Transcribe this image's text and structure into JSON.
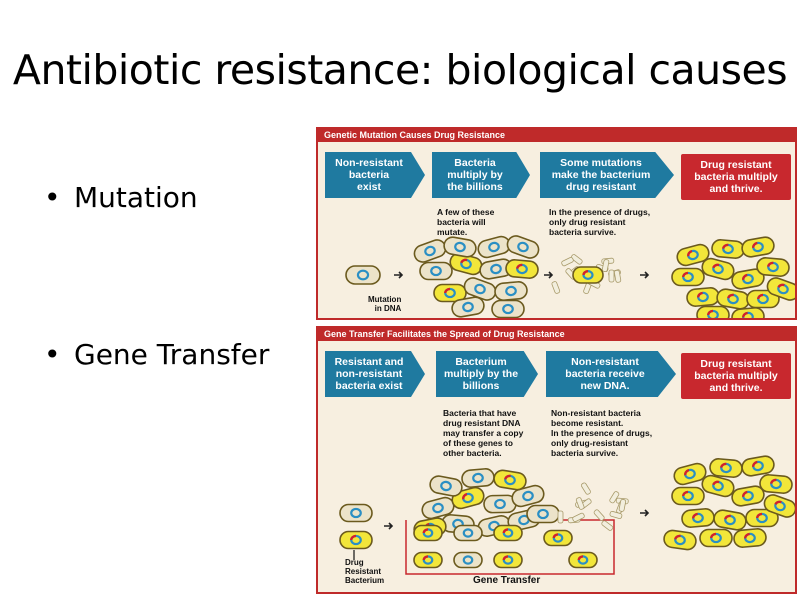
{
  "slide": {
    "title": "Antibiotic resistance: biological causes",
    "bullets": [
      "Mutation",
      "Gene Transfer"
    ]
  },
  "colors": {
    "panel_border": "#bf2a2a",
    "arrow_blue": "#1f7aa0",
    "result_red": "#c8282e",
    "bacterium_plain": "#ece3c9",
    "bacterium_resistant": "#f2e63a",
    "nucleoid_blue": "#2a8fc4"
  },
  "panel_mutation": {
    "header": "Genetic Mutation Causes Drug Resistance",
    "steps": [
      "Non-resistant\nbacteria\nexist",
      "Bacteria\nmultiply by\nthe billions",
      "Some mutations\nmake the bacterium\ndrug resistant"
    ],
    "result": "Drug resistant\nbacteria multiply\nand thrive.",
    "notes": [
      "A few of these\nbacteria will\nmutate.",
      "In the presence of drugs,\nonly drug resistant\nbacteria survive."
    ],
    "callout": "Mutation\nin DNA"
  },
  "panel_transfer": {
    "header": "Gene Transfer Facilitates the Spread of Drug Resistance",
    "steps": [
      "Resistant and\nnon-resistant\nbacteria exist",
      "Bacterium\nmultiply by the\nbillions",
      "Non-resistant\nbacteria receive\nnew DNA."
    ],
    "result": "Drug resistant\nbacteria multiply\nand thrive.",
    "notes": [
      "Bacteria that have\ndrug resistant DNA\nmay transfer a copy\nof these genes to\nother bacteria.",
      "Non-resistant bacteria\nbecome resistant.\nIn the presence of drugs,\nonly drug-resistant\nbacteria survive."
    ],
    "callout": "Drug\nResistant\nBacterium",
    "transfer_label": "Gene Transfer"
  }
}
